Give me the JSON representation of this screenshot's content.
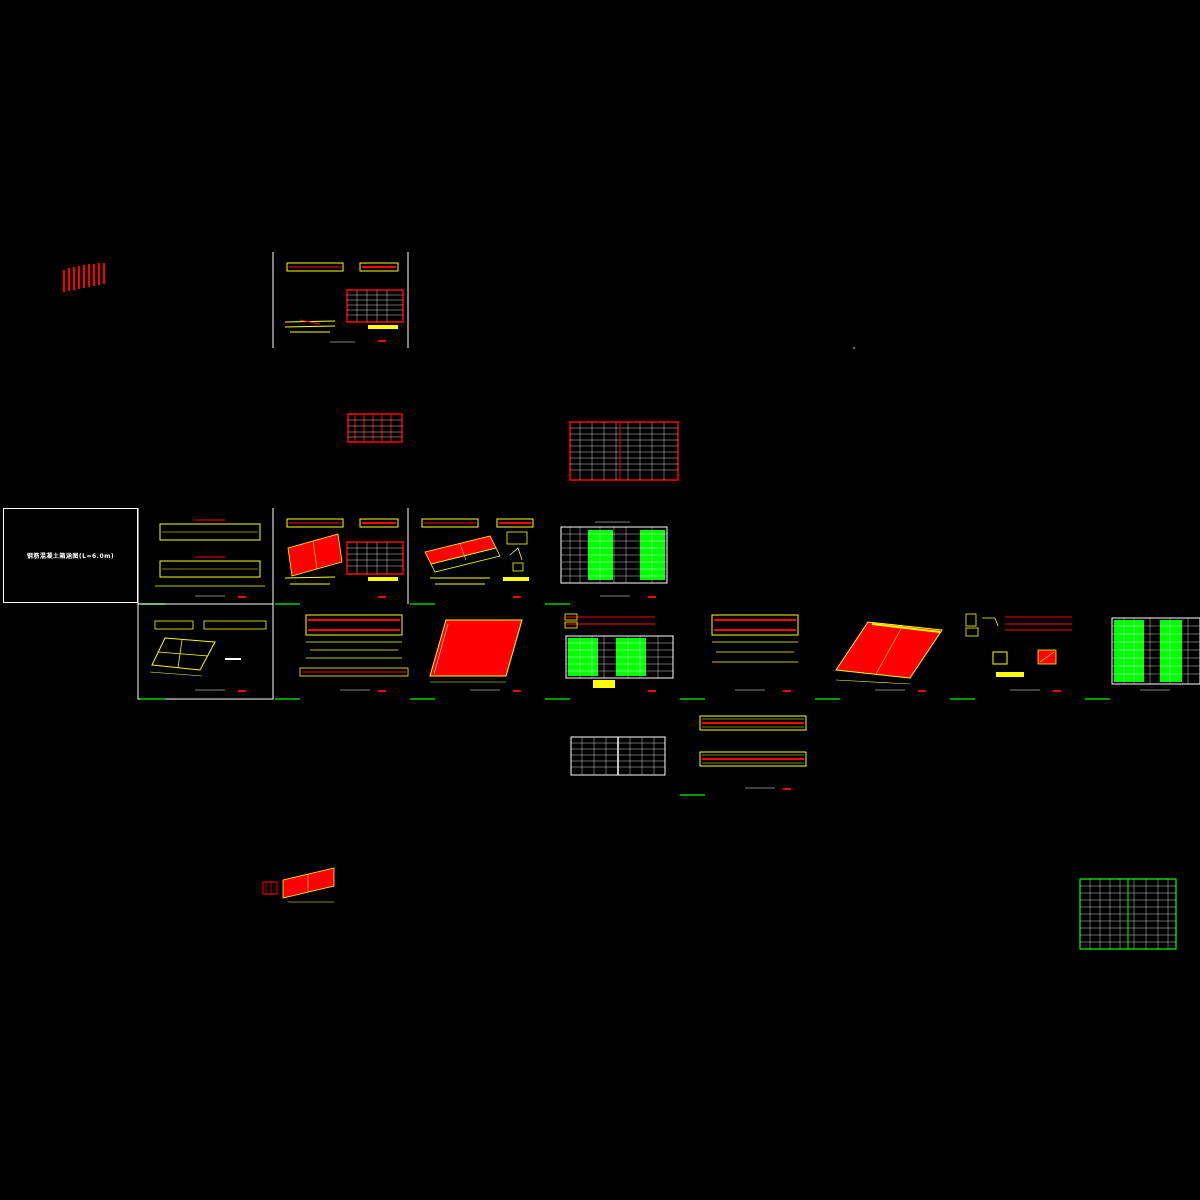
{
  "cover": {
    "title": "钢筋混凝土箱涵图(L=6.0m)"
  },
  "colors": {
    "background": "#000000",
    "frame": "#ffffff",
    "steel": "#ffff00",
    "section_fill": "#ff0000",
    "table_green": "#00ff00",
    "table_red": "#ff0000",
    "ground_line": "#00cc00"
  },
  "sheets": [
    {
      "id": "sheet-top-a",
      "kind": "section+table"
    },
    {
      "id": "sheet-1",
      "kind": "elevation"
    },
    {
      "id": "sheet-2",
      "kind": "section+table"
    },
    {
      "id": "sheet-3",
      "kind": "skew-plan"
    },
    {
      "id": "sheet-4",
      "kind": "table-green"
    },
    {
      "id": "sheet-5",
      "kind": "plan"
    },
    {
      "id": "sheet-6",
      "kind": "reinforcement"
    },
    {
      "id": "sheet-7",
      "kind": "skew-plan-red"
    },
    {
      "id": "sheet-8",
      "kind": "rebar-detail+table"
    },
    {
      "id": "sheet-9",
      "kind": "reinforcement"
    },
    {
      "id": "sheet-10",
      "kind": "skew-plan-red"
    },
    {
      "id": "sheet-11",
      "kind": "details"
    },
    {
      "id": "sheet-12",
      "kind": "table-green"
    },
    {
      "id": "sheet-13",
      "kind": "longitudinal-rebar+table"
    },
    {
      "id": "sheet-14",
      "kind": "quantity-table"
    }
  ]
}
